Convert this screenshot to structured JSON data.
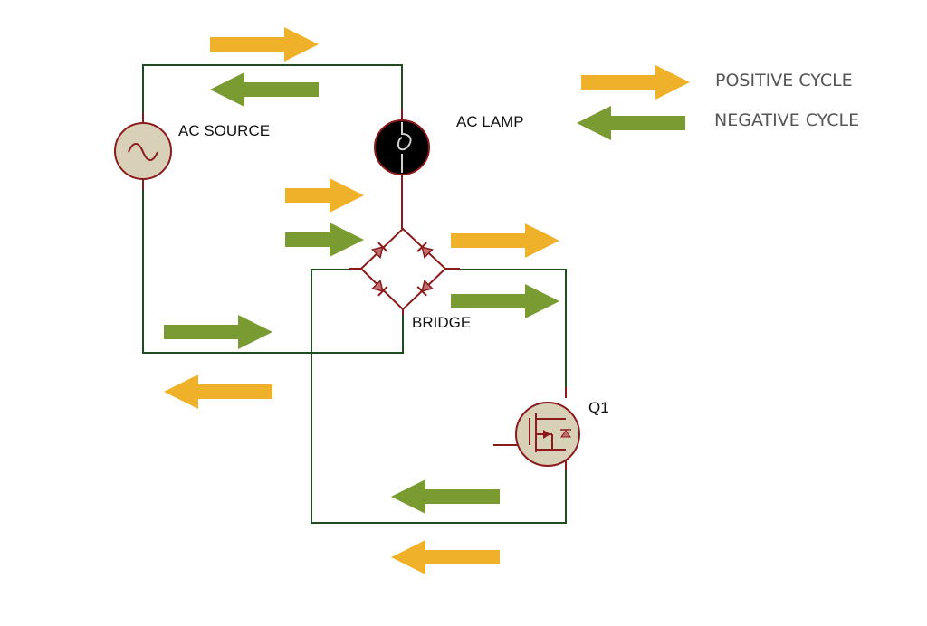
{
  "labels": {
    "ac_source": "AC SOURCE",
    "ac_lamp": "AC LAMP",
    "bridge": "BRIDGE",
    "q1": "Q1"
  },
  "legend": {
    "positive": "POSITIVE CYCLE",
    "negative": "NEGATIVE CYCLE"
  },
  "colors": {
    "positive_arrow": "#f0b12a",
    "negative_arrow": "#7a9a32",
    "circuit_wire": "#1f4d1f",
    "component_outline": "#8b1a1a",
    "component_fill": "#d8d1b8",
    "lamp_fill": "#000000"
  },
  "icons": {
    "ac_source": "sine-wave-icon",
    "ac_lamp": "lamp-filament-icon",
    "bridge": "diode-bridge-icon",
    "q1": "mosfet-icon"
  }
}
